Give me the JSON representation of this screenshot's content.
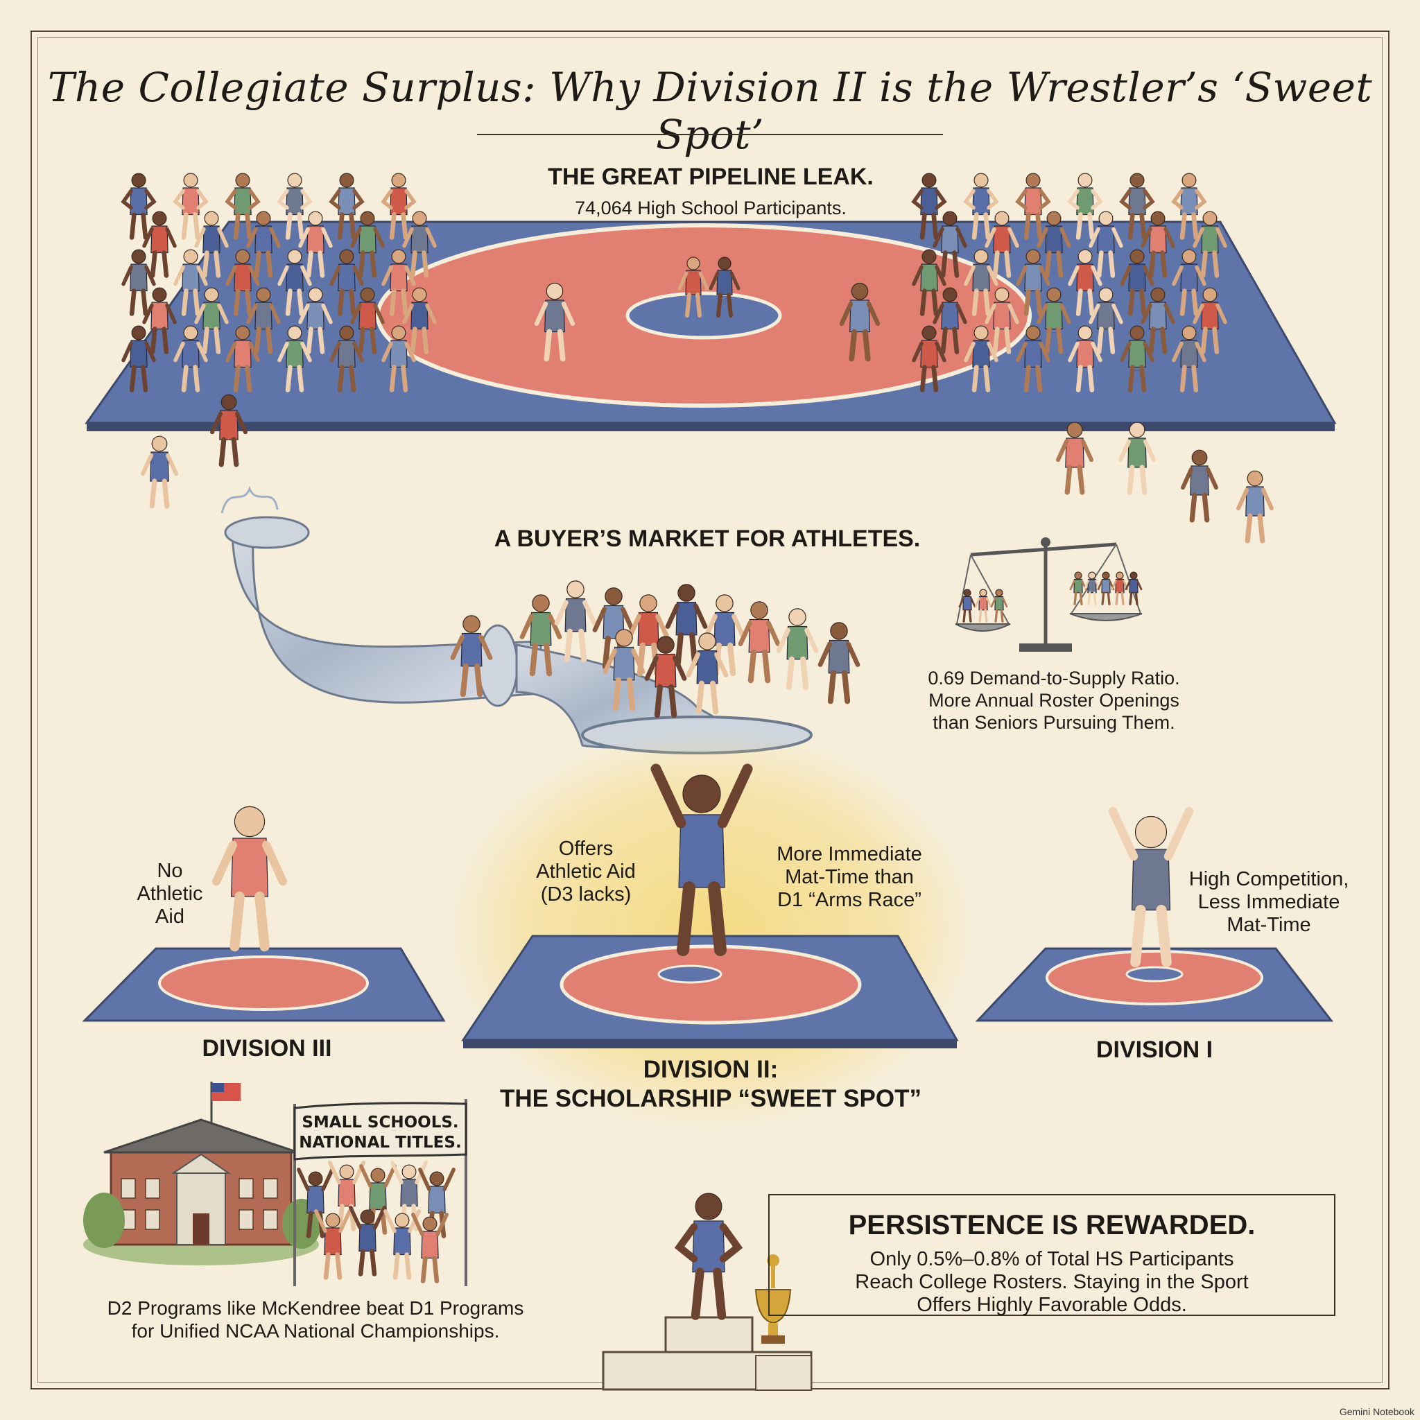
{
  "title": "The Collegiate Surplus: Why Division II is the Wrestler’s ‘Sweet Spot’",
  "pipeline": {
    "heading": "THE GREAT PIPELINE LEAK.",
    "subheading": "74,064 High School Participants."
  },
  "market": {
    "heading": "A BUYER’S MARKET FOR ATHLETES.",
    "ratio_lines": [
      "0.69 Demand-to-Supply Ratio.",
      "More Annual Roster Openings",
      "than Seniors Pursuing Them."
    ]
  },
  "divisions": {
    "d3": {
      "label": "DIVISION III",
      "note_lines": [
        "No",
        "Athletic",
        "Aid"
      ]
    },
    "d2": {
      "label_lines": [
        "DIVISION II:",
        "THE SCHOLARSHIP “SWEET SPOT”"
      ],
      "note_left_lines": [
        "Offers",
        "Athletic Aid",
        "(D3 lacks)"
      ],
      "note_right_lines": [
        "More Immediate",
        "Mat-Time than",
        "D1 “Arms Race”"
      ]
    },
    "d1": {
      "label": "DIVISION I",
      "note_lines": [
        "High Competition,",
        "Less Immediate",
        "Mat-Time"
      ]
    }
  },
  "small_schools": {
    "banner_lines": [
      "SMALL SCHOOLS.",
      "NATIONAL TITLES."
    ],
    "caption_lines": [
      "D2 Programs like McKendree beat D1 Programs",
      "for Unified NCAA National Championships."
    ]
  },
  "persistence": {
    "heading": "PERSISTENCE IS REWARDED.",
    "body_lines": [
      "Only 0.5%–0.8% of Total HS Participants",
      "Reach College Rosters. Staying in the Sport",
      "Offers Highly Favorable Odds."
    ]
  },
  "credit": "Gemini Notebook",
  "colors": {
    "mat_blue": "#5f74a8",
    "mat_red": "#e07f72",
    "paper": "#f6eedb",
    "glow": "#f5d773",
    "ink": "#1d1a16"
  }
}
